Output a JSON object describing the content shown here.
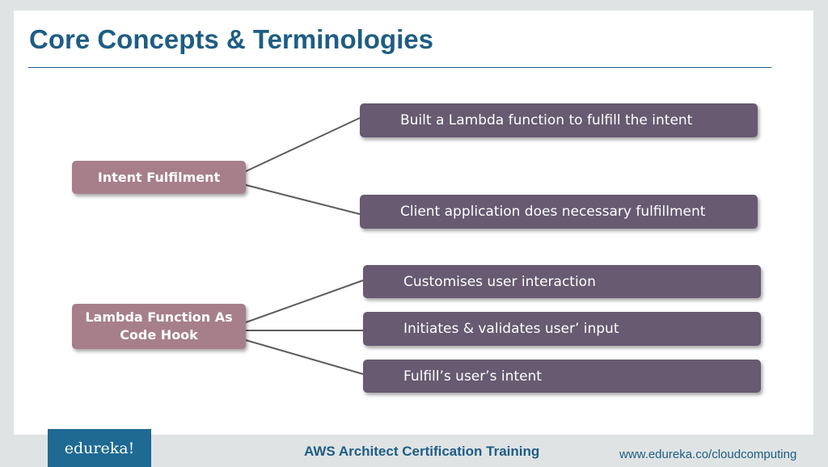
{
  "slide": {
    "title": "Core Concepts & Terminologies",
    "groups": [
      {
        "label": "Intent Fulfilment",
        "items": [
          "Built a Lambda function to fulfill the intent",
          "Client application does necessary fulfillment"
        ]
      },
      {
        "label_lines": [
          "Lambda Function As",
          "Code Hook"
        ],
        "items": [
          "Customises user interaction",
          "Initiates & validates user’ input",
          "Fulfill’s user’s intent"
        ]
      }
    ]
  },
  "footer": {
    "logo_text": "edureka!",
    "course": "AWS Architect Certification Training",
    "url": "www.edureka.co/cloudcomputing"
  },
  "colors": {
    "title": "#1e5d84",
    "category_box": "#a67f8b",
    "item_box": "#675a71",
    "logo_bg": "#1e6a93"
  }
}
